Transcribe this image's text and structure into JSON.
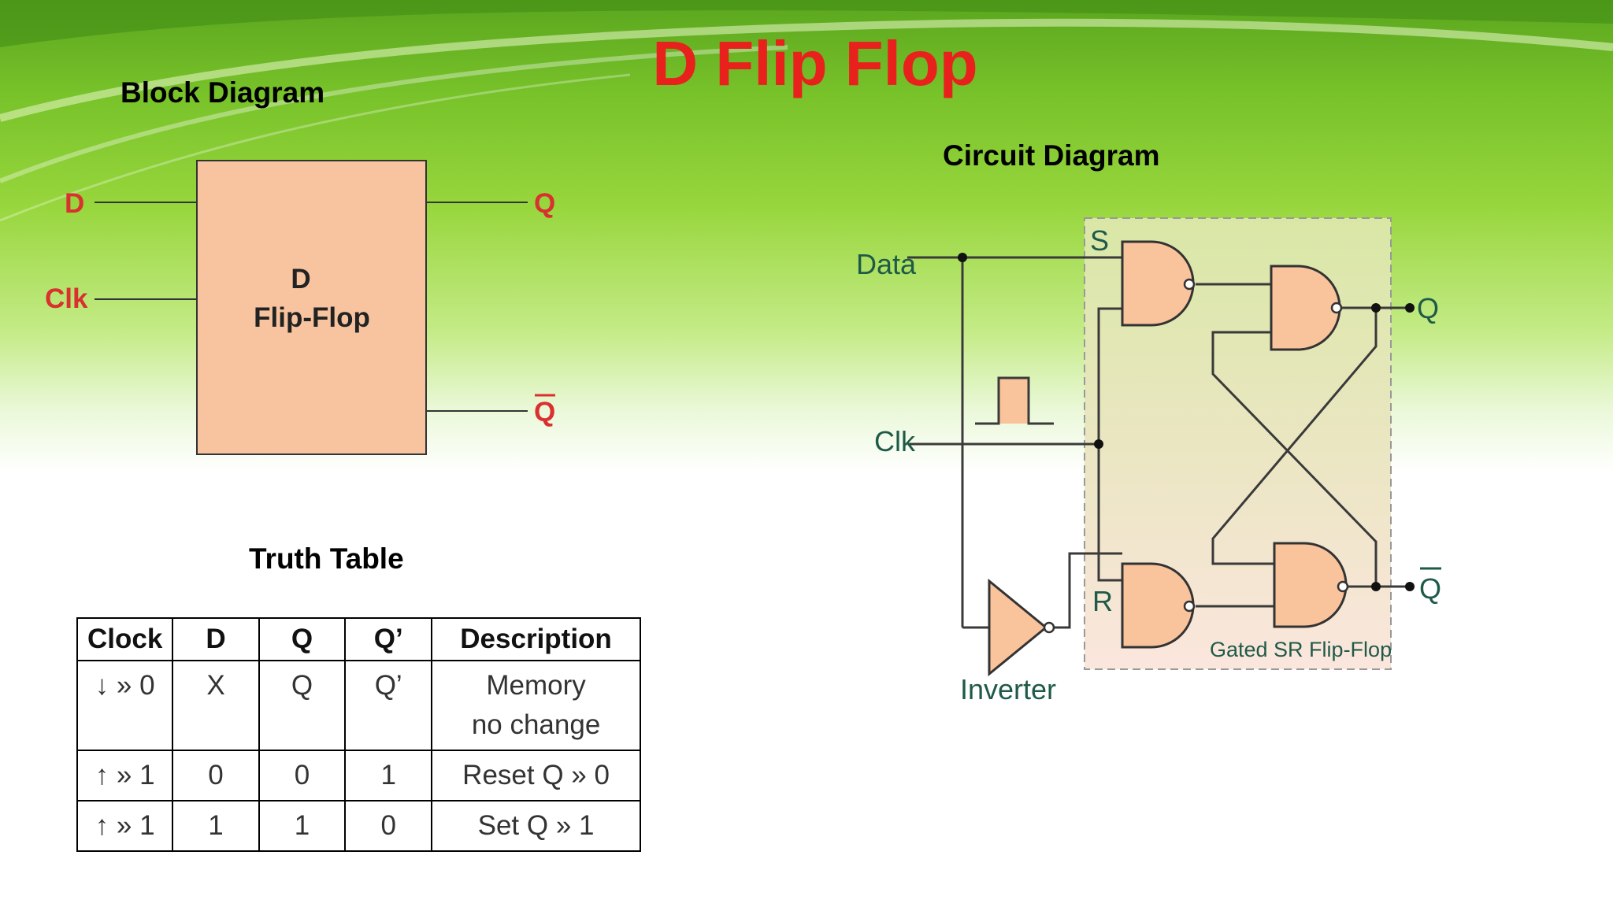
{
  "slide": {
    "title": "D Flip Flop",
    "colors": {
      "title": "#e8211c",
      "red_label": "#d93030",
      "green_label": "#1f5a48",
      "box_fill": "#f8c4a0",
      "gate_fill": "#f9c39c"
    }
  },
  "block_diagram": {
    "heading": "Block Diagram",
    "box_line1": "D",
    "box_line2": "Flip-Flop",
    "input_d": "D",
    "input_clk": "Clk",
    "output_q": "Q",
    "output_qbar": "Q"
  },
  "truth_table": {
    "heading": "Truth Table",
    "headers": [
      "Clock",
      "D",
      "Q",
      "Q’",
      "Description"
    ],
    "rows": [
      {
        "clock_icon": "arrow-down-icon",
        "clock_arrow": "↓",
        "clock_value": "» 0",
        "d": "X",
        "q": "Q",
        "qb": "Q’",
        "desc_line1": "Memory",
        "desc_line2": "no change"
      },
      {
        "clock_icon": "arrow-up-icon",
        "clock_arrow": "↑",
        "clock_value": "» 1",
        "d": "0",
        "q": "0",
        "qb": "1",
        "desc_line1": "Reset Q » 0"
      },
      {
        "clock_icon": "arrow-up-icon",
        "clock_arrow": "↑",
        "clock_value": "» 1",
        "d": "1",
        "q": "1",
        "qb": "0",
        "desc_line1": "Set Q » 1"
      }
    ]
  },
  "circuit_diagram": {
    "heading": "Circuit Diagram",
    "label_data": "Data",
    "label_clk": "Clk",
    "label_s": "S",
    "label_r": "R",
    "label_q": "Q",
    "label_qbar": "Q",
    "label_inverter": "Inverter",
    "label_gated": "Gated SR Flip-Flop"
  }
}
